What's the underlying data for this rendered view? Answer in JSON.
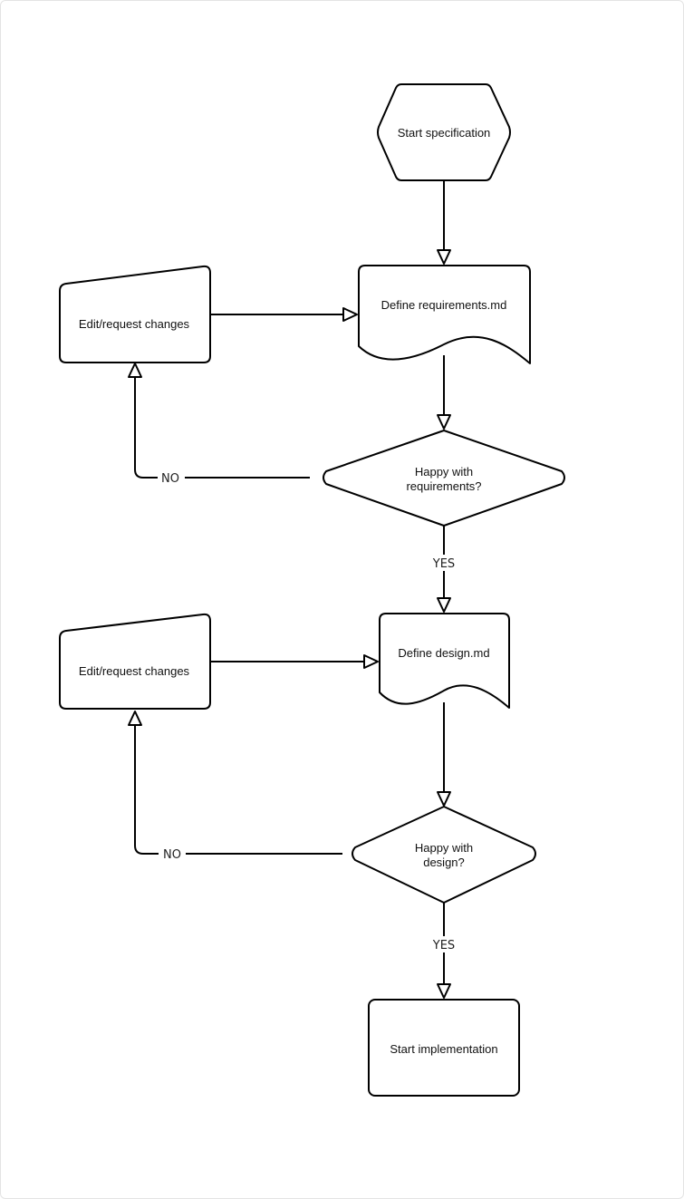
{
  "diagram": {
    "nodes": {
      "start_spec": {
        "label": "Start specification",
        "shape": "hexagon"
      },
      "define_requirements": {
        "label": "Define requirements.md",
        "shape": "document"
      },
      "edit_requirements": {
        "label": "Edit/request changes",
        "shape": "manual-input"
      },
      "happy_requirements": {
        "label_line1": "Happy with",
        "label_line2": "requirements?",
        "shape": "diamond"
      },
      "define_design": {
        "label": "Define design.md",
        "shape": "document"
      },
      "edit_design": {
        "label": "Edit/request changes",
        "shape": "manual-input"
      },
      "happy_design": {
        "label_line1": "Happy with",
        "label_line2": "design?",
        "shape": "diamond"
      },
      "start_impl": {
        "label": "Start implementation",
        "shape": "rounded-rect"
      }
    },
    "edges": {
      "req_no": "NO",
      "req_yes": "YES",
      "design_no": "NO",
      "design_yes": "YES"
    },
    "colors": {
      "stroke": "#000000",
      "fill": "#ffffff",
      "text": "#111111",
      "frame_border": "#e4e4e4"
    }
  }
}
